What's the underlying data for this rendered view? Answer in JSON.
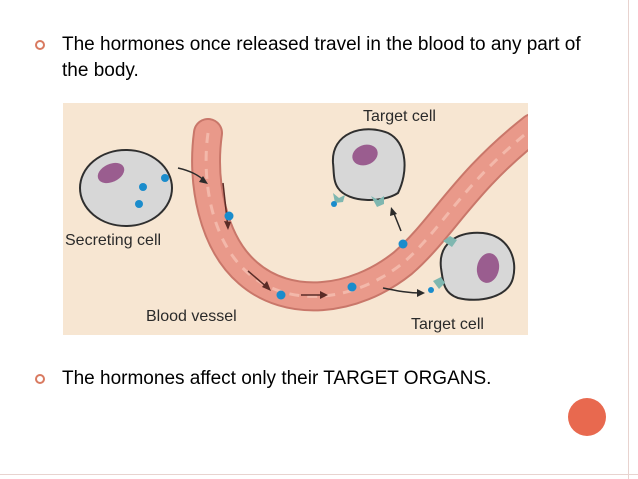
{
  "bullets": [
    {
      "text": "The hormones once released travel in the blood to any part of the body."
    },
    {
      "text": "The hormones affect only their TARGET ORGANS."
    }
  ],
  "figure": {
    "labels": {
      "target_cell_top": "Target cell",
      "secreting_cell": "Secreting cell",
      "blood_vessel": "Blood vessel",
      "target_cell_bottom": "Target cell"
    }
  },
  "colors": {
    "accent": "#e8694f",
    "bullet_mark": "#d97a60",
    "figure_bg": "#f7e6d2",
    "vessel": "#e9998a",
    "cell": "#d7d7d7",
    "nucleus": "#9a5d8f",
    "hormone": "#1a8ccc",
    "receptor": "#7fb7b0"
  }
}
